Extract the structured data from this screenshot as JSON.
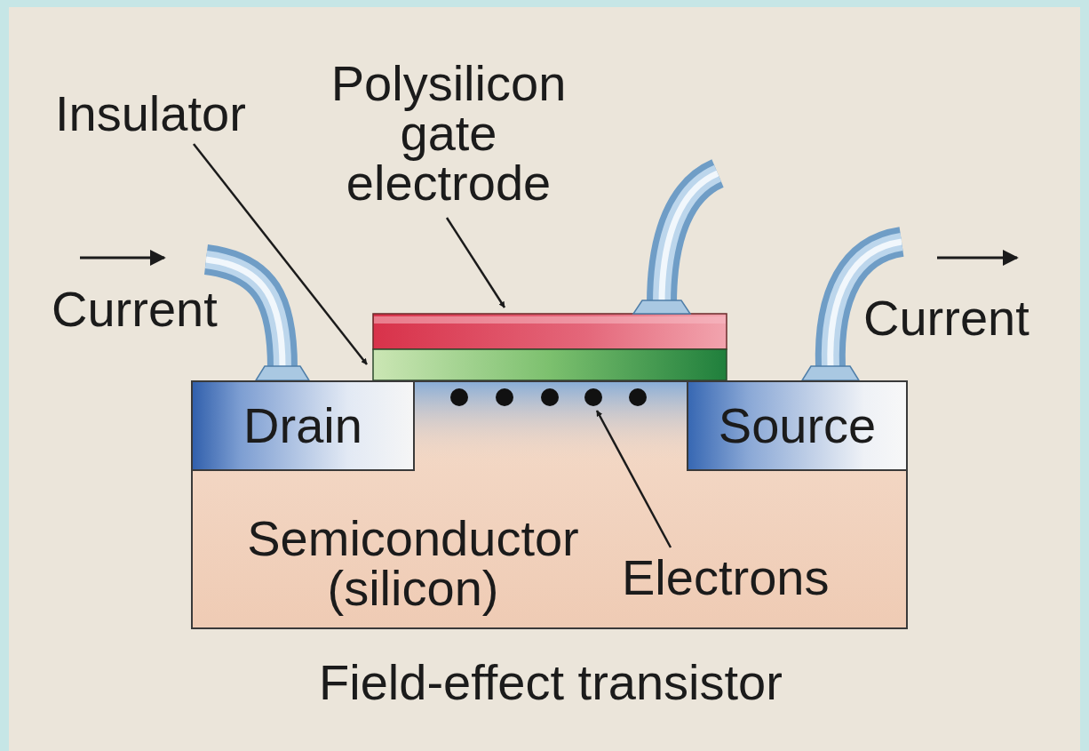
{
  "diagram": {
    "caption": "Field-effect transistor",
    "nodes": [
      {
        "text": [
          "Semiconductor (silicon)"
        ]
      },
      {
        "text": [
          "Drain"
        ],
        "in": 0
      },
      {
        "text": [
          "Source"
        ],
        "in": 0
      }
    ],
    "labels": [
      "Insulator",
      "Polysilicon gate electrode",
      "Current",
      "Current",
      "Electrons"
    ]
  }
}
